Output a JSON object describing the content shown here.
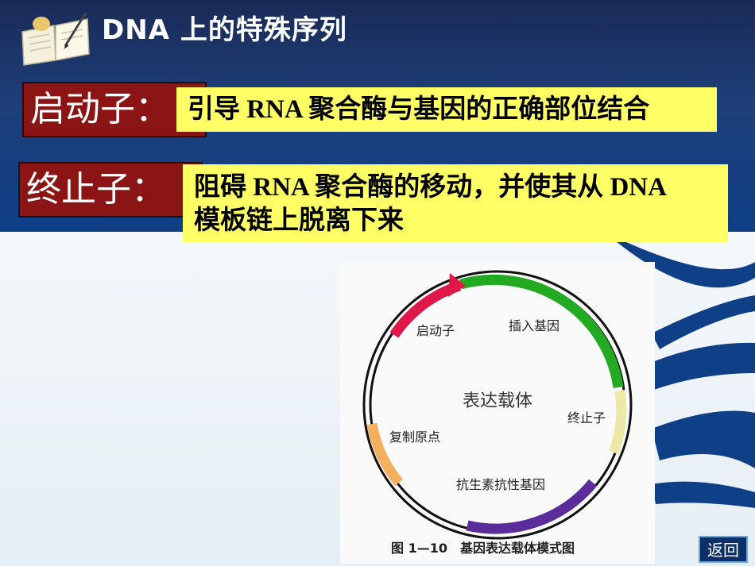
{
  "slide": {
    "title": "DNA 上的特殊序列"
  },
  "promoter": {
    "label": "启动子：",
    "desc_pre": "引导 ",
    "desc_rna": "RNA",
    "desc_post": " 聚合酶与基因的正确部位结合"
  },
  "terminator": {
    "label": "终止子：",
    "desc_line1_pre": "阻碍 ",
    "desc_line1_rna": "RNA",
    "desc_line1_mid": " 聚合酶的移动，并使其从 ",
    "desc_line1_dna": "DNA",
    "desc_line2": "模板链上脱离下来"
  },
  "figure": {
    "center_label": "表达载体",
    "caption": "图 1—10　基因表达载体模式图",
    "segments": [
      {
        "name": "启动子",
        "color": "#e0184a"
      },
      {
        "name": "插入基因",
        "color": "#22aa22"
      },
      {
        "name": "终止子",
        "color": "#eee8a8"
      },
      {
        "name": "抗生素抗性基因",
        "color": "#5a2d9a"
      },
      {
        "name": "复制原点",
        "color": "#f2b060"
      }
    ]
  },
  "nav": {
    "back_label": "返回"
  },
  "colors": {
    "label_bg": "#8b1515",
    "desc_bg": "#ffff66",
    "header_bg": "#1e3f7a"
  }
}
